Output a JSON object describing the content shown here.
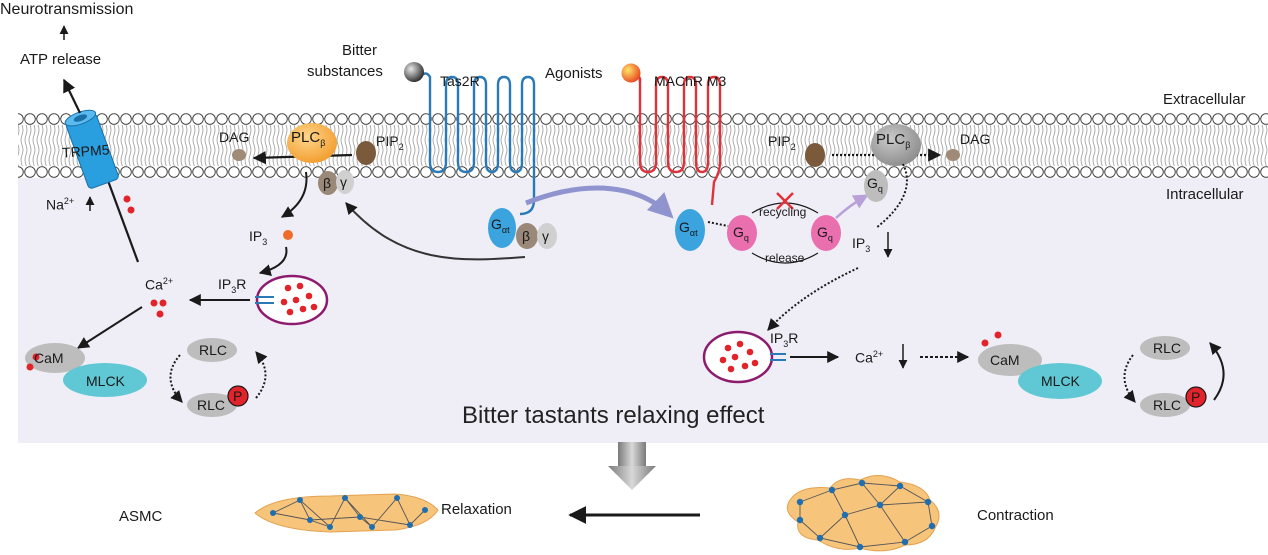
{
  "labels": {
    "neurotransmission": "Neurotransmission",
    "atp_release": "ATP release",
    "bitter_substances_line1": "Bitter",
    "bitter_substances_line2": "substances",
    "tas2r": "Tas2R",
    "agonists": "Agonists",
    "machr_m3": "MAChR M3",
    "extracellular": "Extracellular",
    "intracellular": "Intracellular",
    "trpm5": "TRPM5",
    "dag_left": "DAG",
    "plc_left": "PLC",
    "plc_left_sub": "β",
    "pip2_left": "PIP",
    "pip2_left_sub": "2",
    "beta_left": "β",
    "gamma_left": "γ",
    "na": "Na",
    "na_sup": "2+",
    "ip3_left": "IP",
    "ip3_left_sub": "3",
    "ip3r_left": "IP",
    "ip3r_left_sub": "3",
    "ip3r_left_tail": "R",
    "ca_left": "Ca",
    "ca_left_sup": "2+",
    "cam_left": "CaM",
    "mlck_left": "MLCK",
    "rlc_left_top": "RLC",
    "rlc_left_bottom": "RLC",
    "p_left": "P",
    "galpha_left": "G",
    "galpha_left_sub": "αt",
    "beta_mid": "β",
    "gamma_mid": "γ",
    "galpha_right": "G",
    "galpha_right_sub": "αt",
    "gq_a": "G",
    "gq_a_sub": "q",
    "gq_b": "G",
    "gq_b_sub": "q",
    "gq_c": "G",
    "gq_c_sub": "q",
    "recycling": "recycling",
    "release": "release",
    "pip2_right": "PIP",
    "pip2_right_sub": "2",
    "plc_right": "PLC",
    "plc_right_sub": "β",
    "dag_right": "DAG",
    "ip3_right": "IP",
    "ip3_right_sub": "3",
    "ip3r_right": "IP",
    "ip3r_right_sub": "3",
    "ip3r_right_tail": "R",
    "ca_right": "Ca",
    "ca_right_sup": "2+",
    "cam_right": "CaM",
    "mlck_right": "MLCK",
    "rlc_right_top": "RLC",
    "rlc_right_bottom": "RLC",
    "p_right": "P",
    "main_title": "Bitter tastants relaxing effect",
    "asmc": "ASMC",
    "relaxation": "Relaxation",
    "contraction": "Contraction"
  },
  "colors": {
    "cytoplasm": "#efeef6",
    "tas2r": "#2a7ab8",
    "machr": "#e0323a",
    "plc": "#f6b14a",
    "galpha": "#3ba3dd",
    "gq": "#ea6fae",
    "mlck": "#5fc8d4",
    "ca_dot": "#e2232a",
    "er_outline": "#8e1c6e",
    "cell_fill": "#f7c47c",
    "node": "#1f6fb0",
    "pathway_arrow": "#8f94cf"
  }
}
